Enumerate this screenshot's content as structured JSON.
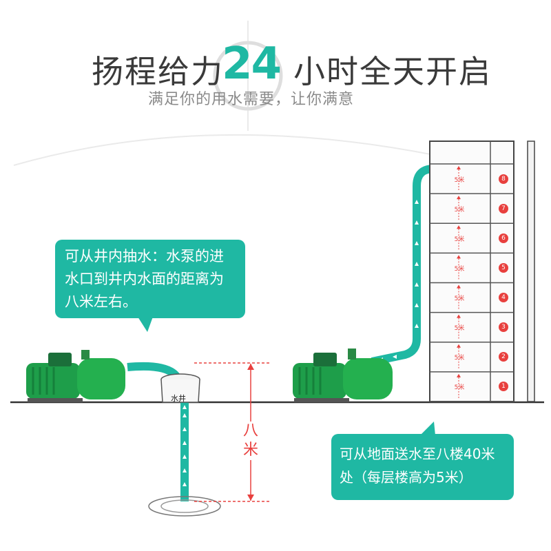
{
  "headline": {
    "left": "扬程给力",
    "number": "24",
    "right": "小时全天开启"
  },
  "subline": "满足你的用水需要，让你满意",
  "callout_well": {
    "text": "可从井内抽水：水泵的进水口到井内水面的距离为八米左右。"
  },
  "well": {
    "label": "水井"
  },
  "depth": {
    "label": "八米"
  },
  "callout_ground": {
    "text": "可从地面送水至八楼40米处（每层楼高为5米）"
  },
  "building": {
    "floor_height_label": "5米",
    "floors": [
      "8",
      "7",
      "6",
      "5",
      "4",
      "3",
      "2",
      "1"
    ]
  },
  "colors": {
    "teal": "#1fb8a3",
    "red": "#e8403e",
    "pump_green": "#1e9e4a"
  }
}
